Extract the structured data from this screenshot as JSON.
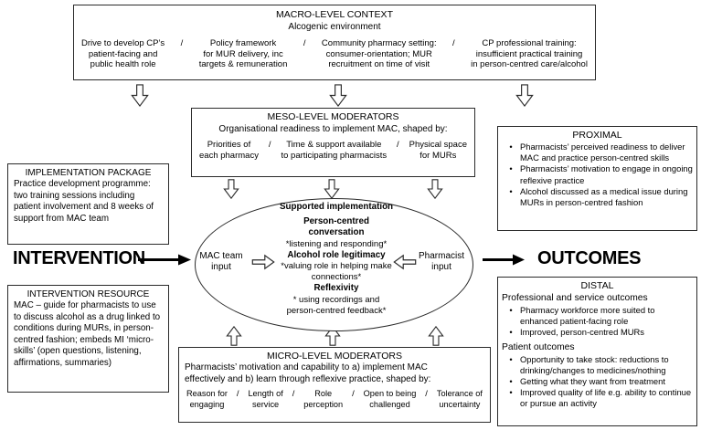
{
  "sep": "/",
  "colors": {
    "border": "#2a2a2a",
    "text": "#000000",
    "background": "#ffffff"
  },
  "macro": {
    "title": "MACRO-LEVEL CONTEXT",
    "subtitle": "Alcogenic environment",
    "columns": [
      "Drive to develop CP’s\npatient-facing and\npublic health role",
      "Policy framework\nfor MUR delivery, inc\ntargets & remuneration",
      "Community pharmacy setting:\nconsumer-orientation; MUR\nrecruitment on time of visit",
      "CP professional training:\ninsufficient practical training\nin person-centred care/alcohol"
    ]
  },
  "meso": {
    "title": "MESO-LEVEL MODERATORS",
    "subtitle": "Organisational readiness to implement MAC, shaped by:",
    "columns": [
      "Priorities of\neach pharmacy",
      "Time & support available\nto participating pharmacists",
      "Physical space\nfor MURs"
    ]
  },
  "micro": {
    "title": "MICRO-LEVEL MODERATORS",
    "subtitle": "Pharmacists’ motivation and capability to a) implement MAC\neffectively and b) learn through reflexive practice, shaped by:",
    "columns": [
      "Reason for\nengaging",
      "Length of\nservice",
      "Role\nperception",
      "Open to being\nchallenged",
      "Tolerance of\nuncertainty"
    ]
  },
  "implementation": {
    "title": "IMPLEMENTATION PACKAGE",
    "body": "Practice development programme: two training sessions including patient involvement and 8 weeks of support from MAC team"
  },
  "resource": {
    "title": "INTERVENTION RESOURCE",
    "body": "MAC – guide for pharmacists to use to discuss alcohol as a drug linked to conditions during MURs, in person-centred fashion; embeds MI ‘micro-skills’ (open questions, listening, affirmations, summaries)"
  },
  "intervention_label": "INTERVENTION",
  "outcomes_label": "OUTCOMES",
  "ellipse": {
    "heading": "Supported implementation",
    "theme1_line1": "Person-centred",
    "theme1_line2": "conversation",
    "theme1_note": "*listening and responding*",
    "theme2": "Alcohol role legitimacy",
    "theme2_note_line1": "*valuing role in helping make",
    "theme2_note_line2": "connections*",
    "theme3": "Reflexivity",
    "theme3_note_line1": "* using recordings and",
    "theme3_note_line2": "person-centred feedback*",
    "left_input": "MAC team\ninput",
    "right_input": "Pharmacist\ninput"
  },
  "proximal": {
    "title": "PROXIMAL",
    "bullets": [
      "Pharmacists’ perceived readiness to deliver MAC and practice person-centred skills",
      "Pharmacists’ motivation to engage in ongoing reflexive practice",
      "Alcohol discussed as a medical issue during MURs in person-centred fashion"
    ]
  },
  "distal": {
    "title": "DISTAL",
    "subhead1": "Professional and service outcomes",
    "bullets1": [
      "Pharmacy workforce more suited to enhanced patient-facing role",
      "Improved, person-centred MURs"
    ],
    "subhead2": "Patient outcomes",
    "bullets2": [
      "Opportunity to take stock: reductions to drinking/changes to medicines/nothing",
      "Getting what they want from treatment",
      "Improved quality of life e.g. ability to continue or pursue an activity"
    ]
  }
}
